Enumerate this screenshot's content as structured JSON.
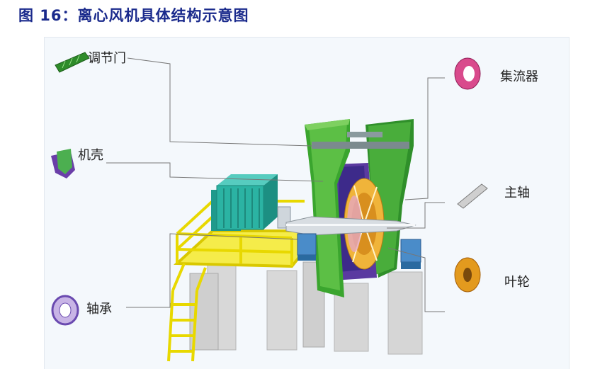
{
  "figure": {
    "title": "图 16：离心风机具体结构示意图"
  },
  "labels": {
    "damper": "调节门",
    "casing": "机壳",
    "bearing": "轴承",
    "collector": "集流器",
    "shaft": "主轴",
    "impeller": "叶轮"
  },
  "colors": {
    "title": "#1a2a8c",
    "fan_green": "#3aa52e",
    "motor_teal": "#2bb3a3",
    "platform_yellow": "#f2e200",
    "impeller_orange": "#e8a02a",
    "casing_purple": "#4b2f8e",
    "pillar_gray": "#dcdcdc"
  }
}
